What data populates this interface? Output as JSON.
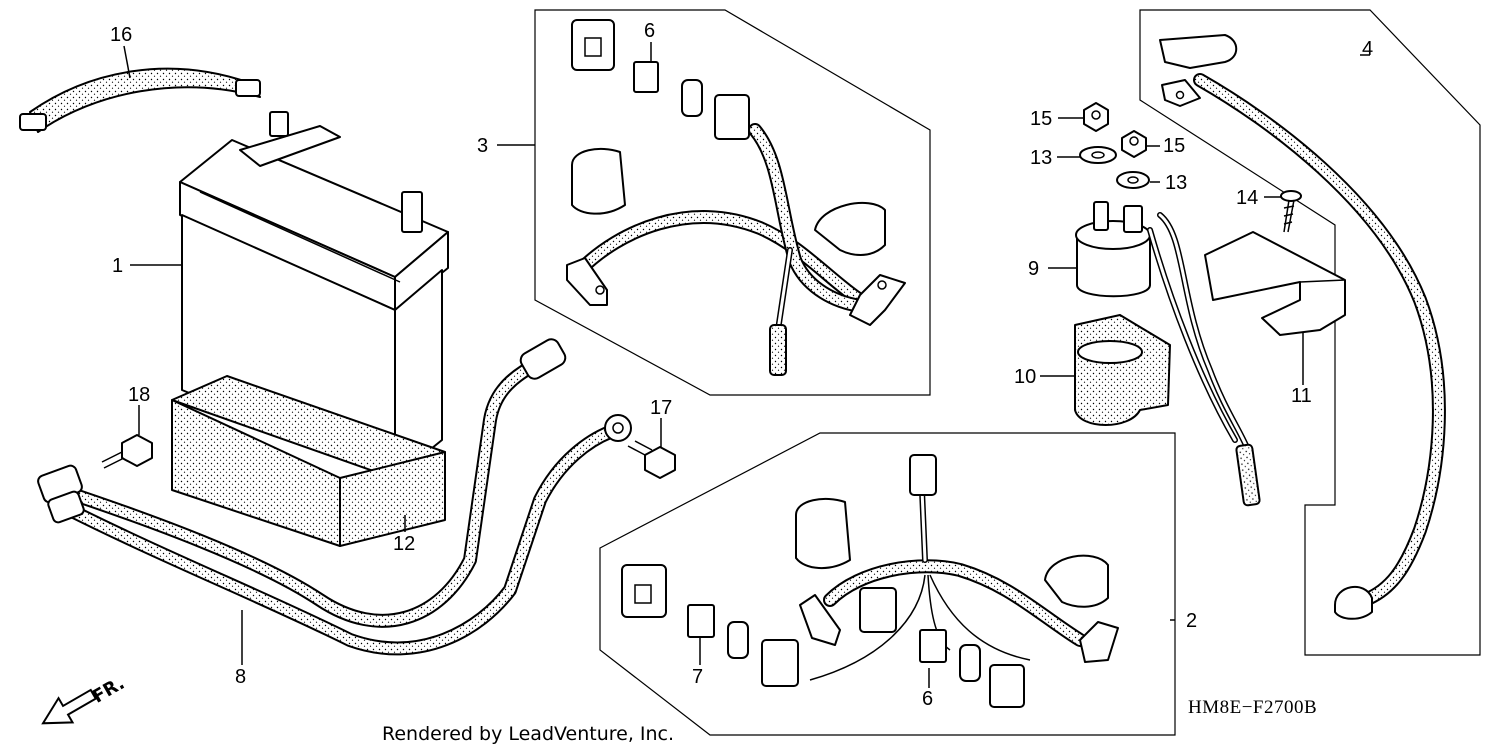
{
  "callouts": {
    "c1": "1",
    "c2": "2",
    "c3": "3",
    "c4": "4",
    "c6a": "6",
    "c6b": "6",
    "c7": "7",
    "c8": "8",
    "c9": "9",
    "c10": "10",
    "c11": "11",
    "c12": "12",
    "c13a": "13",
    "c13b": "13",
    "c14": "14",
    "c15a": "15",
    "c15b": "15",
    "c16": "16",
    "c17": "17",
    "c18": "18"
  },
  "diagram_code": "HM8E−F2700B",
  "credit": "Rendered by LeadVenture, Inc.",
  "direction_label": "FR.",
  "icons": {
    "direction": "front-direction-arrow-icon"
  }
}
